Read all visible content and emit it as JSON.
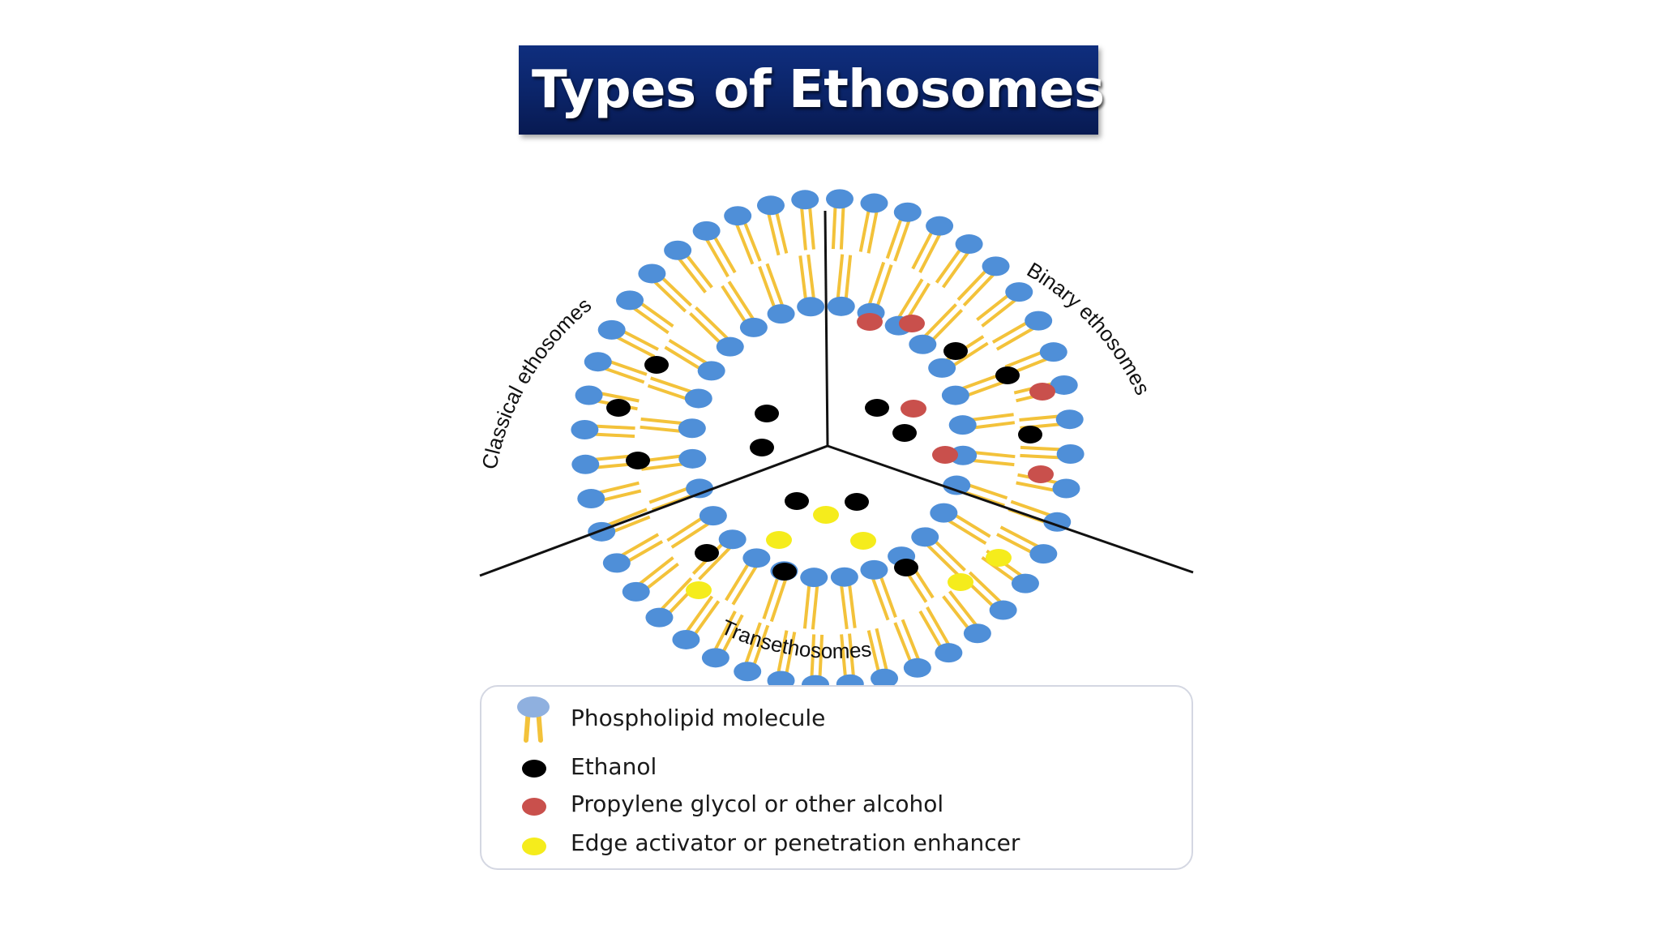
{
  "title": "Types of Ethosomes",
  "diagram": {
    "sections": [
      {
        "label": "Classical ethosomes"
      },
      {
        "label": "Binary ethosomes"
      },
      {
        "label": "Transethosomes"
      }
    ]
  },
  "legend": {
    "items": [
      {
        "icon": "phospholipid-icon",
        "label": "Phospholipid molecule"
      },
      {
        "icon": "ethanol-dot-icon",
        "label": "Ethanol"
      },
      {
        "icon": "propylene-glycol-dot-icon",
        "label": "Propylene glycol or other alcohol"
      },
      {
        "icon": "edge-activator-dot-icon",
        "label": "Edge activator or penetration enhancer"
      }
    ]
  },
  "colors": {
    "title_bg": "#0b2468",
    "phospholipid_head": "#4f8fd8",
    "phospholipid_tail": "#f3c23a",
    "ethanol": "#000000",
    "propylene_glycol": "#c9504c",
    "edge_activator": "#f5ec1c",
    "divider": "#111111"
  }
}
